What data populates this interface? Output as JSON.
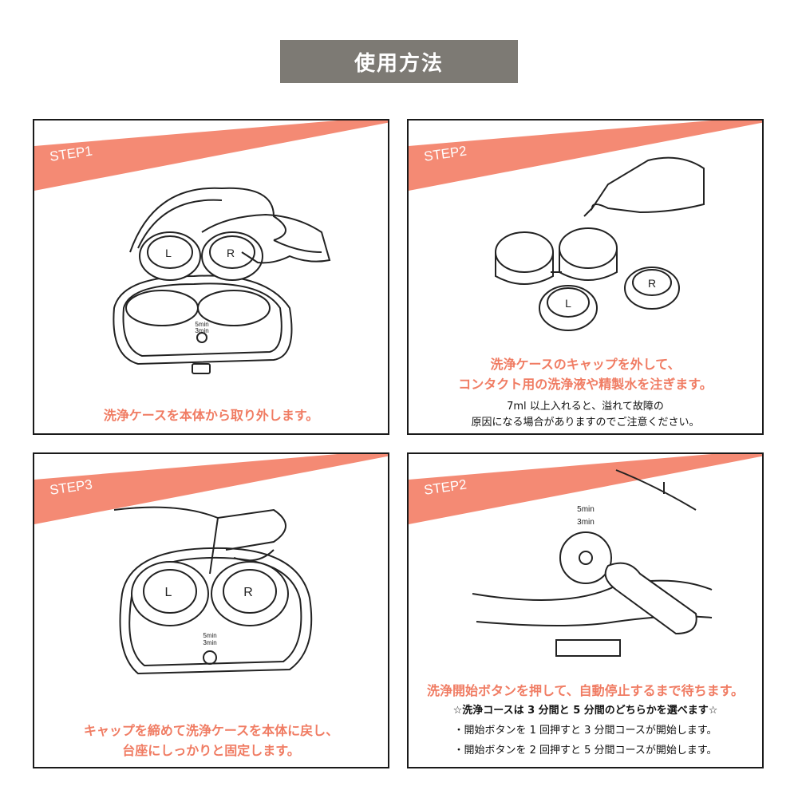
{
  "title": "使用方法",
  "colors": {
    "accent": "#f48a74",
    "caption": "#f07c63",
    "title_bg": "#7d7a74"
  },
  "panels": [
    {
      "step": "STEP1",
      "caption_lines": [
        "洗浄ケースを本体から取り外します。"
      ],
      "notes": []
    },
    {
      "step": "STEP2",
      "caption_lines": [
        "洗浄ケースのキャップを外して、",
        "コンタクト用の洗浄液や精製水を注ぎます。"
      ],
      "notes": [
        "7ml 以上入れると、溢れて故障の",
        "原因になる場合がありますのでご注意ください。"
      ]
    },
    {
      "step": "STEP3",
      "caption_lines": [
        "キャップを締めて洗浄ケースを本体に戻し、",
        "台座にしっかりと固定します。"
      ],
      "notes": []
    },
    {
      "step": "STEP2",
      "caption_lines": [
        "洗浄開始ボタンを押して、自動停止するまで待ちます。"
      ],
      "notes": [
        "☆洗浄コースは 3 分間と 5 分間のどちらかを選べます☆",
        "・開始ボタンを 1 回押すと 3 分間コースが開始します。",
        "・開始ボタンを 2 回押すと 5 分間コースが開始します。"
      ]
    }
  ],
  "device": {
    "lens_left": "L",
    "lens_right": "R",
    "timer_5": "5min",
    "timer_3": "3min"
  }
}
